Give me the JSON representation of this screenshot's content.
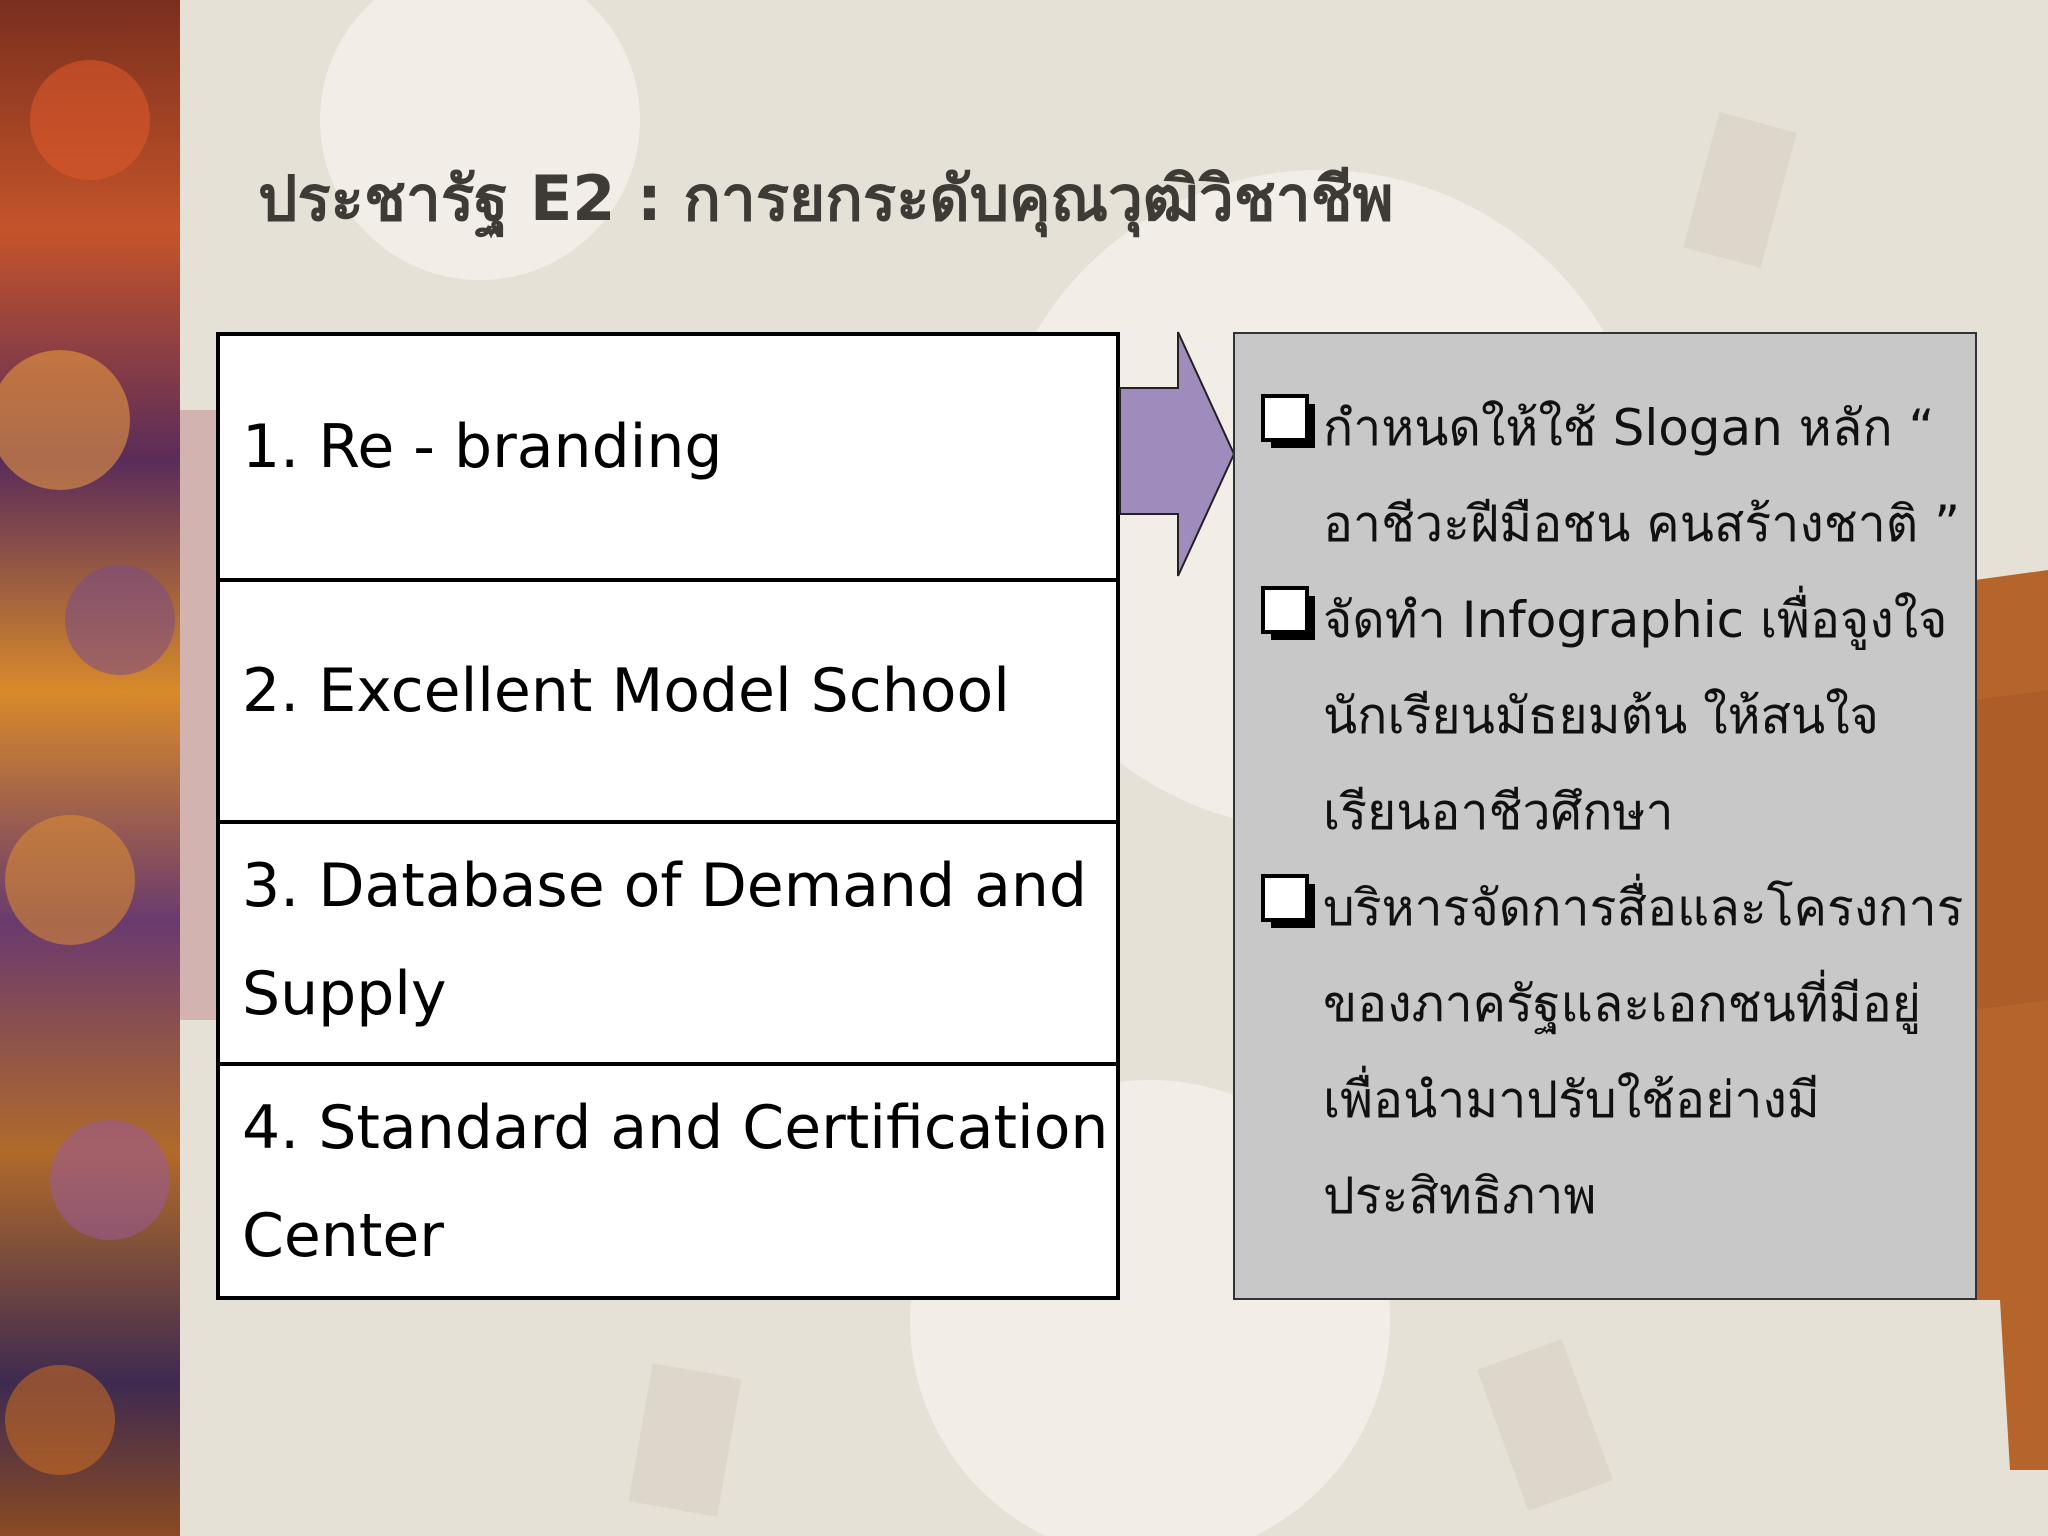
{
  "slide": {
    "title": "ประชารัฐ E2 : การยกระดับคุณวุฒิวิชาชีพ",
    "left_items": [
      {
        "lines": [
          "1. Re - branding"
        ]
      },
      {
        "lines": [
          "2. Excellent Model School"
        ]
      },
      {
        "lines": [
          "3. Database of Demand and",
          "Supply"
        ]
      },
      {
        "lines": [
          "4. Standard and Certification",
          "Center"
        ]
      }
    ],
    "right_bullets": [
      {
        "icon": "checkbox-icon",
        "lines": [
          "กำหนดให้ใช้ Slogan หลัก “",
          "อาชีวะฝีมือชน คนสร้างชาติ ”"
        ]
      },
      {
        "icon": "checkbox-icon",
        "lines": [
          "จัดทำ Infographic เพื่อจูงใจ",
          "นักเรียนมัธยมต้น ให้สนใจ",
          "เรียนอาชีวศึกษา"
        ]
      },
      {
        "icon": "checkbox-icon",
        "lines": [
          "บริหารจัดการสื่อและโครงการ",
          "ของภาครัฐและเอกชนที่มีอยู่",
          "เพื่อนำมาปรับใช้อย่างมี",
          "ประสิทธิภาพ"
        ]
      }
    ],
    "colors": {
      "arrow_fill": "#a08bbd",
      "panel_bg": "#c8c8c8",
      "title_color": "#3e3a36"
    }
  }
}
